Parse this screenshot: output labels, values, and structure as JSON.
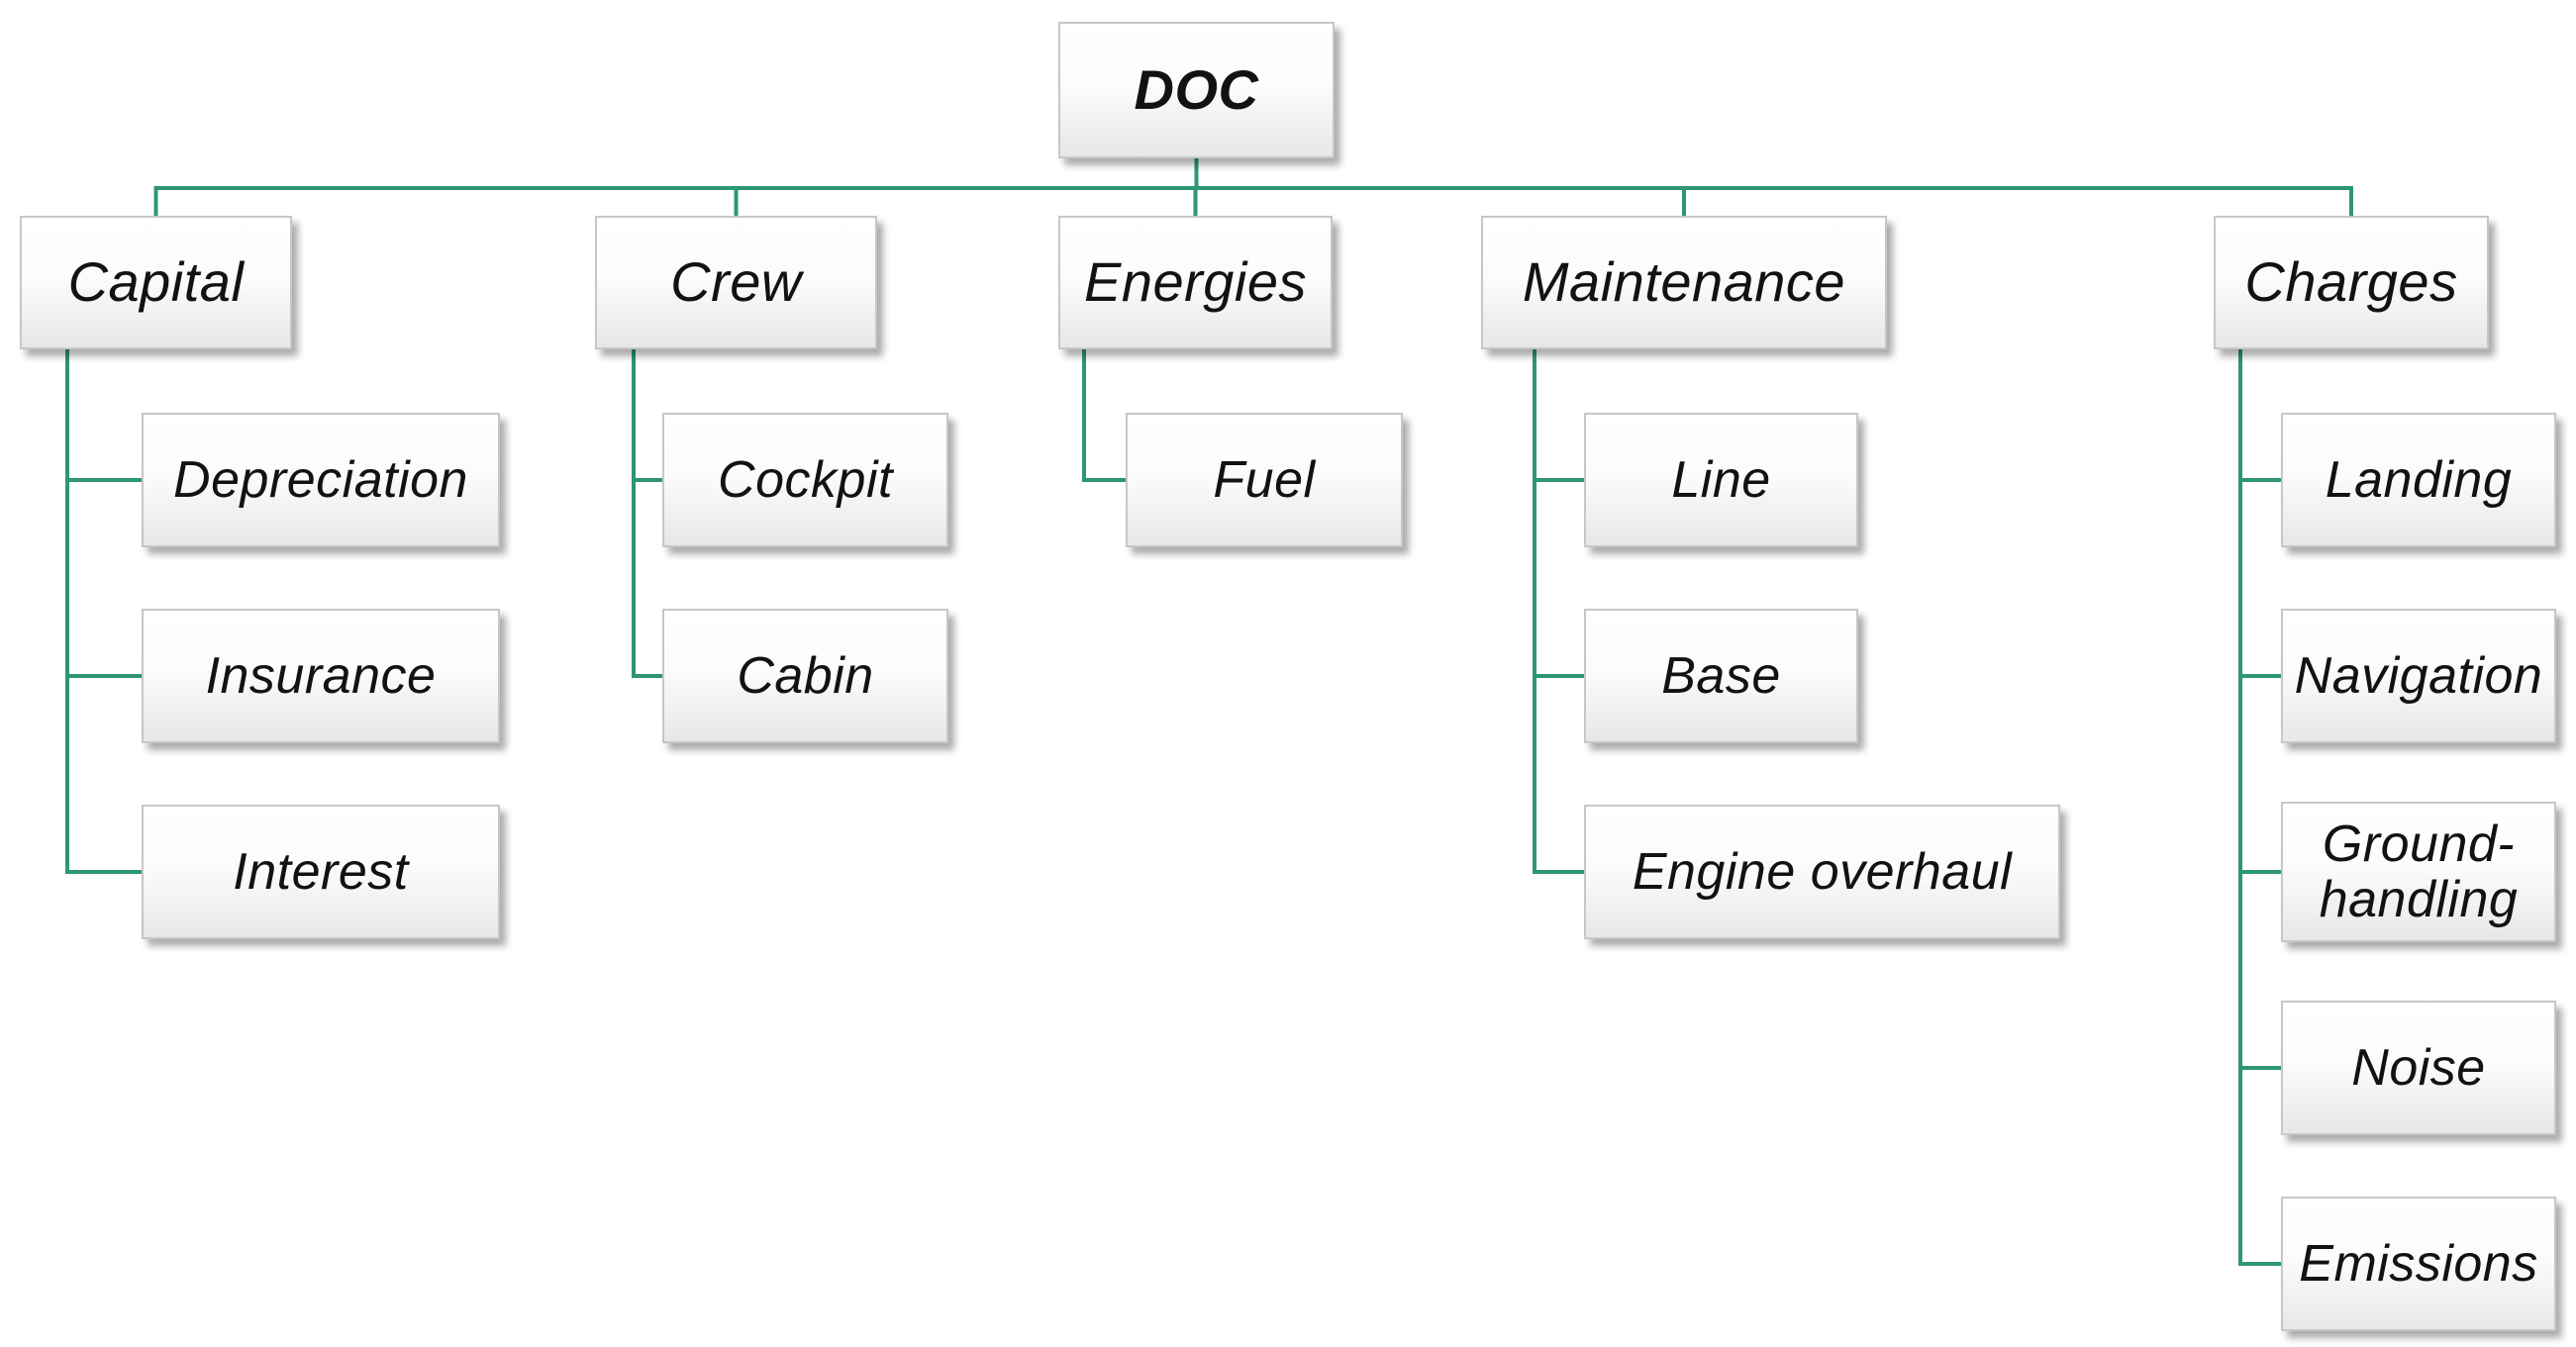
{
  "diagram": {
    "title": "DOC",
    "connector_color": "#2E9674",
    "root": {
      "id": "doc",
      "label": "DOC",
      "children": [
        {
          "id": "capital",
          "label": "Capital",
          "children": [
            {
              "id": "depreciation",
              "label": "Depreciation"
            },
            {
              "id": "insurance",
              "label": "Insurance"
            },
            {
              "id": "interest",
              "label": "Interest"
            }
          ]
        },
        {
          "id": "crew",
          "label": "Crew",
          "children": [
            {
              "id": "cockpit",
              "label": "Cockpit"
            },
            {
              "id": "cabin",
              "label": "Cabin"
            }
          ]
        },
        {
          "id": "energies",
          "label": "Energies",
          "children": [
            {
              "id": "fuel",
              "label": "Fuel"
            }
          ]
        },
        {
          "id": "maintenance",
          "label": "Maintenance",
          "children": [
            {
              "id": "line",
              "label": "Line"
            },
            {
              "id": "base",
              "label": "Base"
            },
            {
              "id": "engine-overhaul",
              "label": "Engine overhaul"
            }
          ]
        },
        {
          "id": "charges",
          "label": "Charges",
          "children": [
            {
              "id": "landing",
              "label": "Landing"
            },
            {
              "id": "navigation",
              "label": "Navigation"
            },
            {
              "id": "ground-handling",
              "label": "Ground-handling"
            },
            {
              "id": "noise",
              "label": "Noise"
            },
            {
              "id": "emissions",
              "label": "Emissions"
            }
          ]
        }
      ]
    }
  }
}
